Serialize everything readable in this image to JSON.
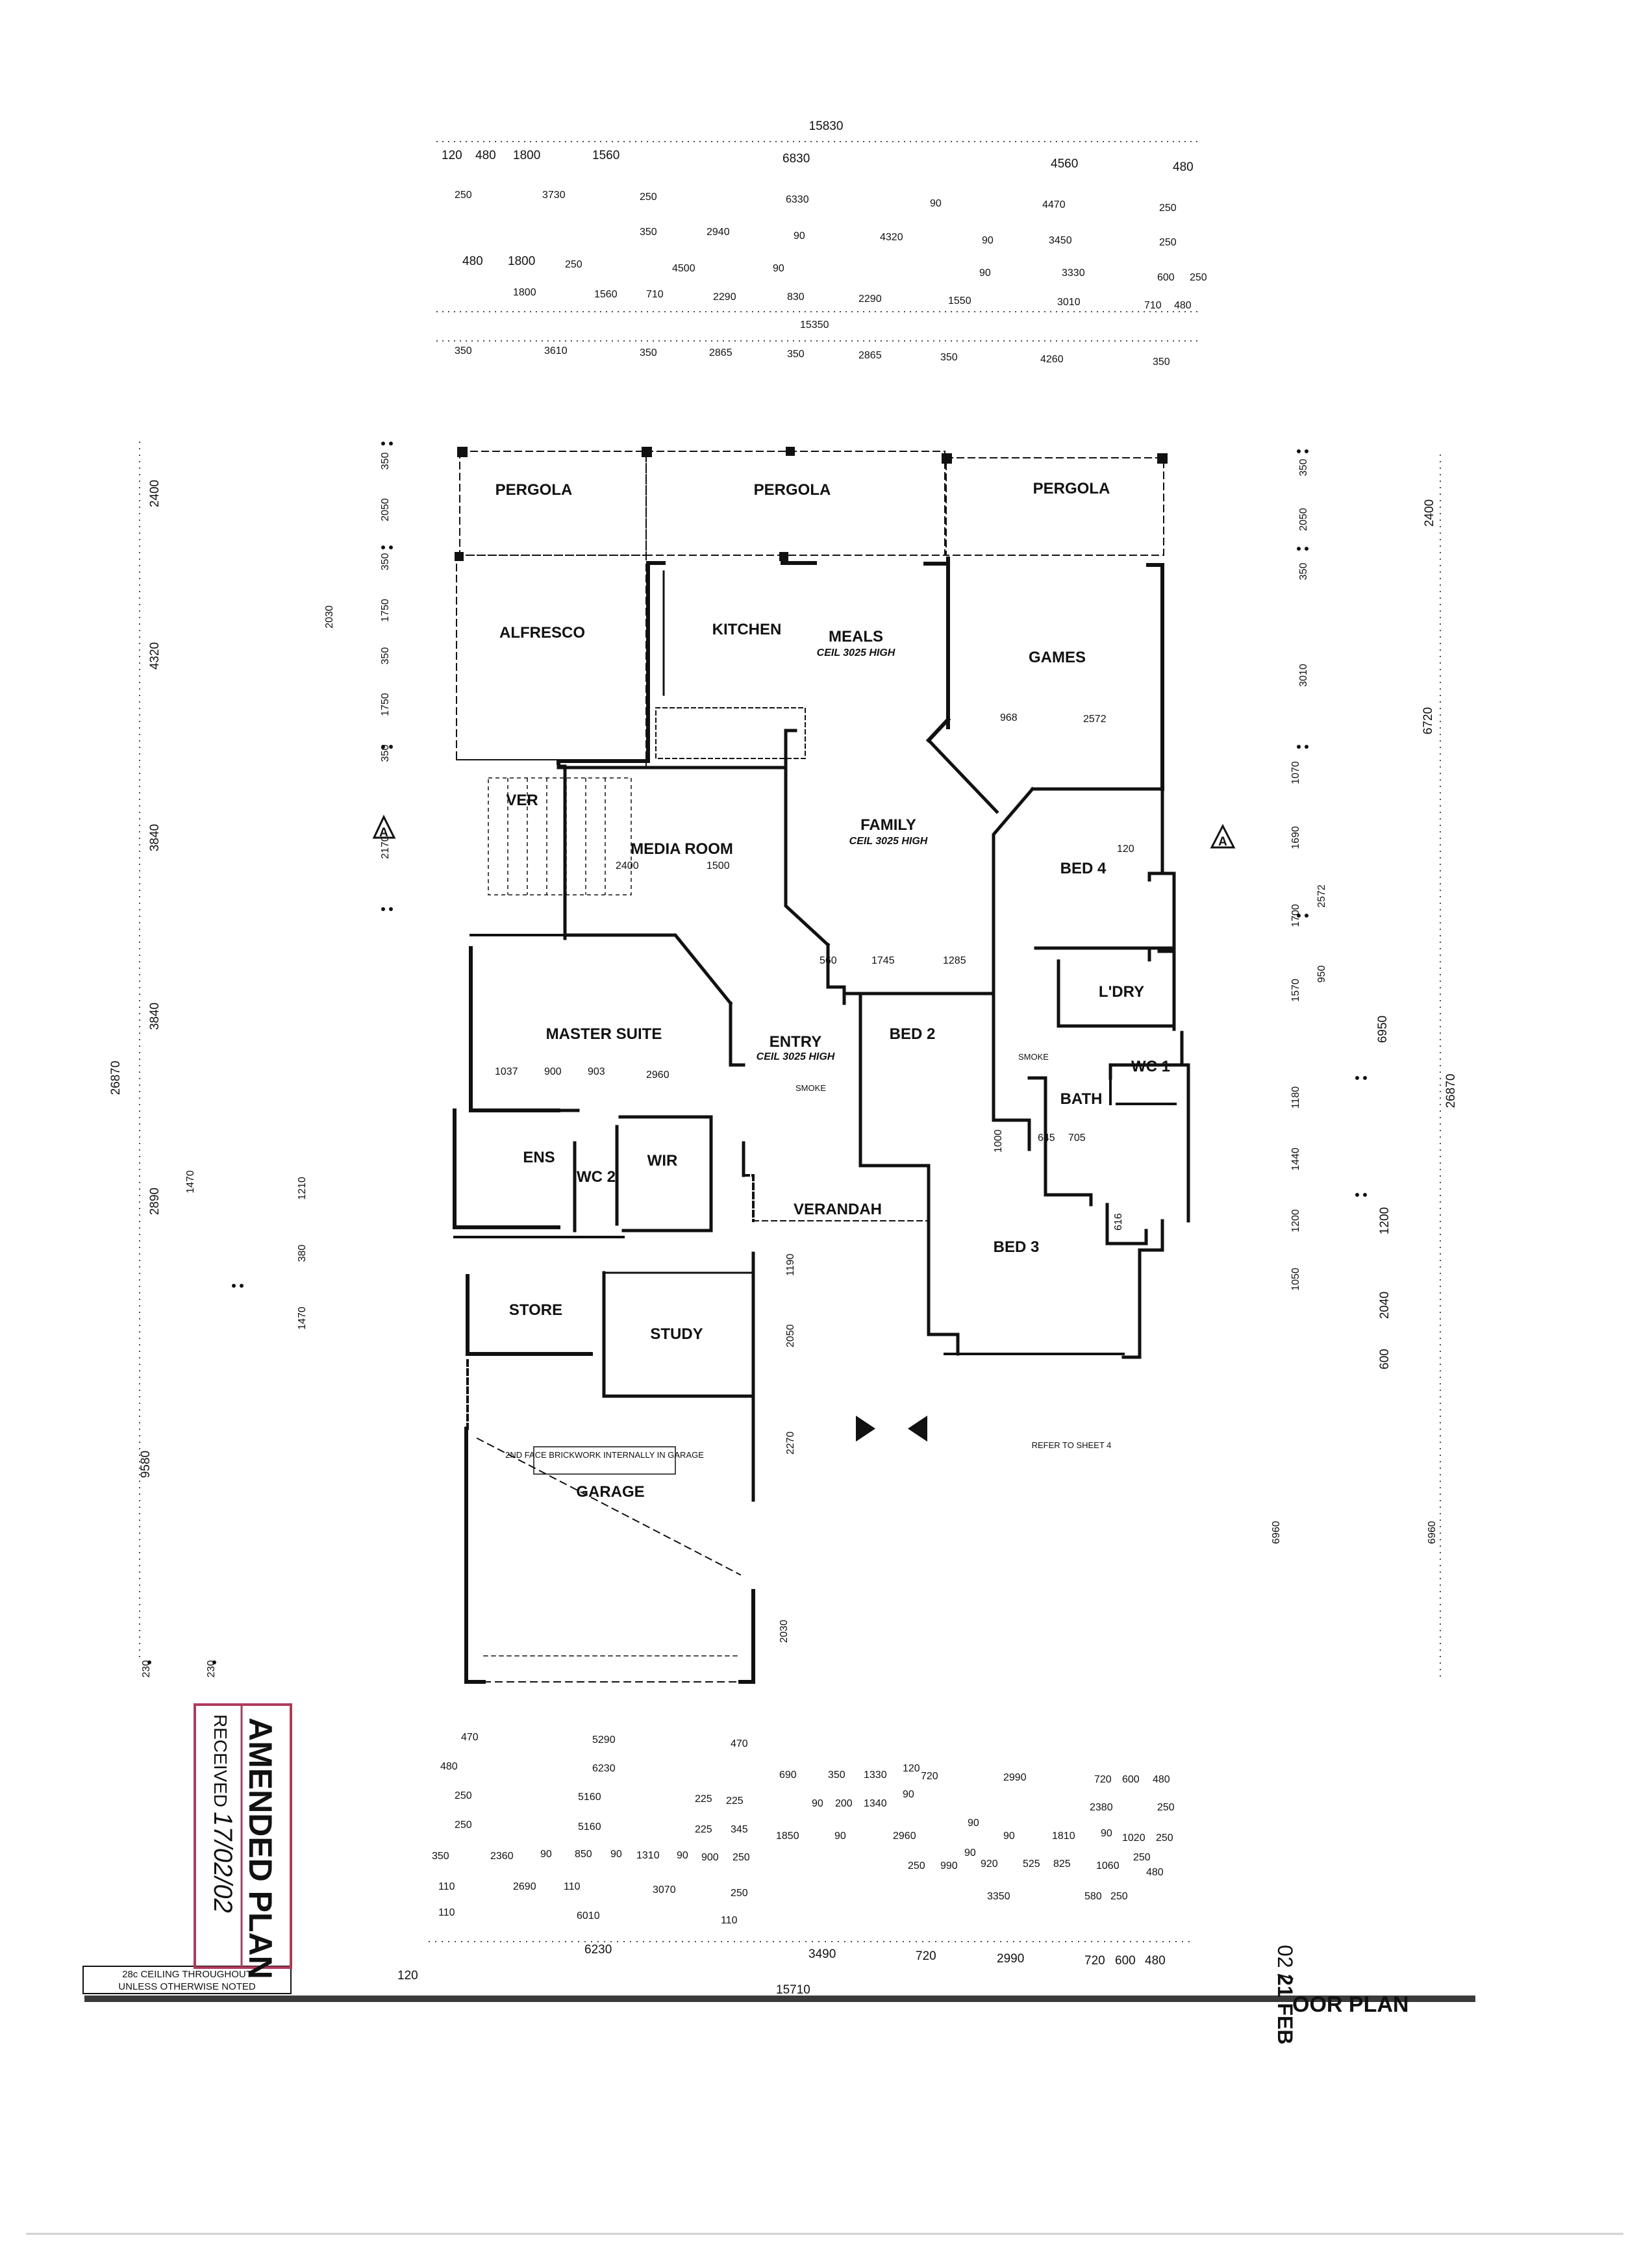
{
  "overall": {
    "top_width": "15830",
    "bottom_width": "15710",
    "left_height": "26870",
    "right_height": "26870",
    "edge_left": "120",
    "edge_right": "480"
  },
  "top_dims": {
    "row1": [
      "120",
      "480",
      "1800",
      "1560",
      "6830",
      "4560",
      "480"
    ],
    "row2": [
      "250",
      "3730",
      "250",
      "6330",
      "90",
      "4470",
      "250"
    ],
    "row3": [
      "350",
      "2940",
      "90",
      "4320",
      "90",
      "3450",
      "250"
    ],
    "row4": [
      "480",
      "1800",
      "250",
      "4500",
      "90",
      "90",
      "3330",
      "600",
      "250"
    ],
    "row5": [
      "1800",
      "1560",
      "710",
      "2290",
      "830",
      "2290",
      "1550",
      "3010",
      "710",
      "480"
    ],
    "row5b": [
      "15350"
    ],
    "row6": [
      "350",
      "3610",
      "350",
      "2865",
      "350",
      "2865",
      "350",
      "4260",
      "350"
    ]
  },
  "bottom_dims": {
    "a": [
      "470",
      "5290",
      "470"
    ],
    "b": [
      "480",
      "6230",
      "690",
      "350",
      "1330",
      "120",
      "720",
      "2990",
      "720",
      "600",
      "480"
    ],
    "c": [
      "250",
      "5160",
      "225",
      "225",
      "90",
      "200",
      "1340",
      "90",
      "2380",
      "250"
    ],
    "d": [
      "250",
      "5160",
      "225",
      "345",
      "1850",
      "90",
      "2960",
      "90",
      "90",
      "1810",
      "90",
      "1020",
      "250"
    ],
    "e": [
      "350",
      "2360",
      "90",
      "850",
      "90",
      "1310",
      "90",
      "900",
      "250",
      "90",
      "920",
      "525",
      "825",
      "1060",
      "250",
      "480"
    ],
    "f": [
      "110",
      "2690",
      "110",
      "3070",
      "250",
      "250",
      "990",
      "3350",
      "580",
      "250"
    ],
    "g": [
      "110",
      "6010",
      "110"
    ],
    "h": [
      "6230",
      "3490",
      "720",
      "2990",
      "720",
      "600",
      "480"
    ]
  },
  "left_dims": [
    "2400",
    "4320",
    "3840",
    "3840",
    "2890",
    "9580"
  ],
  "left_inner": [
    "350",
    "2050",
    "350",
    "1750",
    "350",
    "2030",
    "1750",
    "350",
    "2170",
    "1470",
    "1210",
    "380",
    "1470",
    "230",
    "230"
  ],
  "right_dims": [
    "2400",
    "6720",
    "6950",
    "26870",
    "1200",
    "2040",
    "600",
    "6960"
  ],
  "right_inner": [
    "350",
    "2050",
    "350",
    "3010",
    "1070",
    "1690",
    "2572",
    "1700",
    "1570",
    "950",
    "1180",
    "1440",
    "1200",
    "1050",
    "6960"
  ],
  "rooms": {
    "pergola_left": "PERGOLA",
    "pergola_mid": "PERGOLA",
    "pergola_right": "PERGOLA",
    "alfresco": "ALFRESCO",
    "kitchen": "KITCHEN",
    "meals": "MEALS",
    "meals_sub": "CEIL 3025 HIGH",
    "games": "GAMES",
    "ver": "VER",
    "media": "MEDIA ROOM",
    "family": "FAMILY",
    "family_sub": "CEIL 3025 HIGH",
    "bed4": "BED 4",
    "ldry": "L'DRY",
    "master": "MASTER SUITE",
    "entry": "ENTRY",
    "entry_sub": "CEIL 3025 HIGH",
    "bed2": "BED 2",
    "wc1": "WC 1",
    "bath": "BATH",
    "ens": "ENS",
    "wc2": "WC 2",
    "wir": "WIR",
    "verandah": "VERANDAH",
    "bed3": "BED 3",
    "store": "STORE",
    "study": "STUDY",
    "garage": "GARAGE",
    "section_a": "A"
  },
  "interior_dims": [
    "2400",
    "1500",
    "560",
    "1745",
    "1285",
    "1037",
    "900",
    "903",
    "2960",
    "120",
    "968",
    "2572",
    "645",
    "705",
    "1000",
    "616",
    "1190",
    "2050",
    "2270",
    "2030"
  ],
  "notes": {
    "smoke": "SMOKE",
    "garage_note": "2ND FACE BRICKWORK INTERNALLY IN GARAGE",
    "refer": "REFER TO SHEET 4",
    "ceiling_note_1": "28c CEILING THROUGHOUT",
    "ceiling_note_2": "UNLESS OTHERWISE NOTED"
  },
  "stamp": {
    "title": "AMENDED PLAN",
    "received": "RECEIVED",
    "date": "17/02/02"
  },
  "title_block": {
    "date_part": "21 FEB",
    "code": "02 /",
    "label": "OOR PLAN"
  },
  "colors": {
    "ink": "#111111",
    "stamp": "#b03a5b"
  }
}
